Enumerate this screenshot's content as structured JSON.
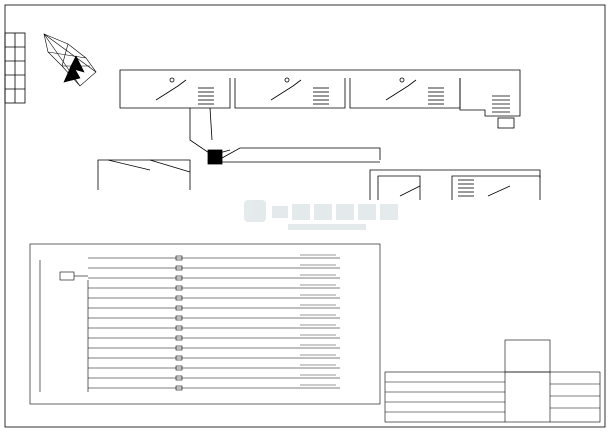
{
  "drawing": {
    "line_color": "#000000",
    "background": "#ffffff"
  },
  "plan": {
    "room_count_top": 5,
    "room_count_right": 2
  },
  "panel_schedule": {
    "circuit_count": 14
  },
  "title_block": {}
}
